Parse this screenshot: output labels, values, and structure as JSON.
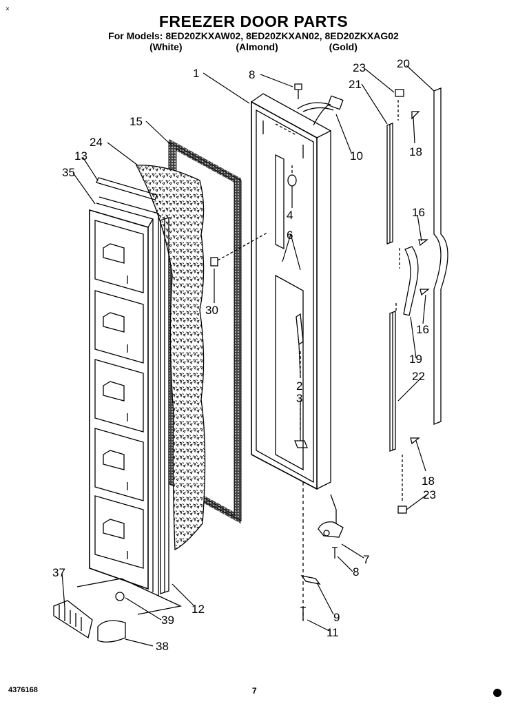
{
  "header": {
    "title": "FREEZER DOOR PARTS",
    "models_line": "For Models: 8ED20ZKXAW02,  8ED20ZKXAN02,  8ED20ZKXAG02",
    "colors_line": "(White)                    (Almond)                   (Gold)"
  },
  "callouts": [
    "1",
    "8",
    "23",
    "20",
    "21",
    "15",
    "24",
    "13",
    "35",
    "10",
    "18",
    "4",
    "6",
    "16",
    "30",
    "16",
    "19",
    "2",
    "3",
    "22",
    "18",
    "23",
    "7",
    "8",
    "37",
    "12",
    "39",
    "9",
    "11",
    "38"
  ],
  "footer": {
    "doc_number": "4376168",
    "page_number": "7"
  },
  "corner_mark": "×"
}
